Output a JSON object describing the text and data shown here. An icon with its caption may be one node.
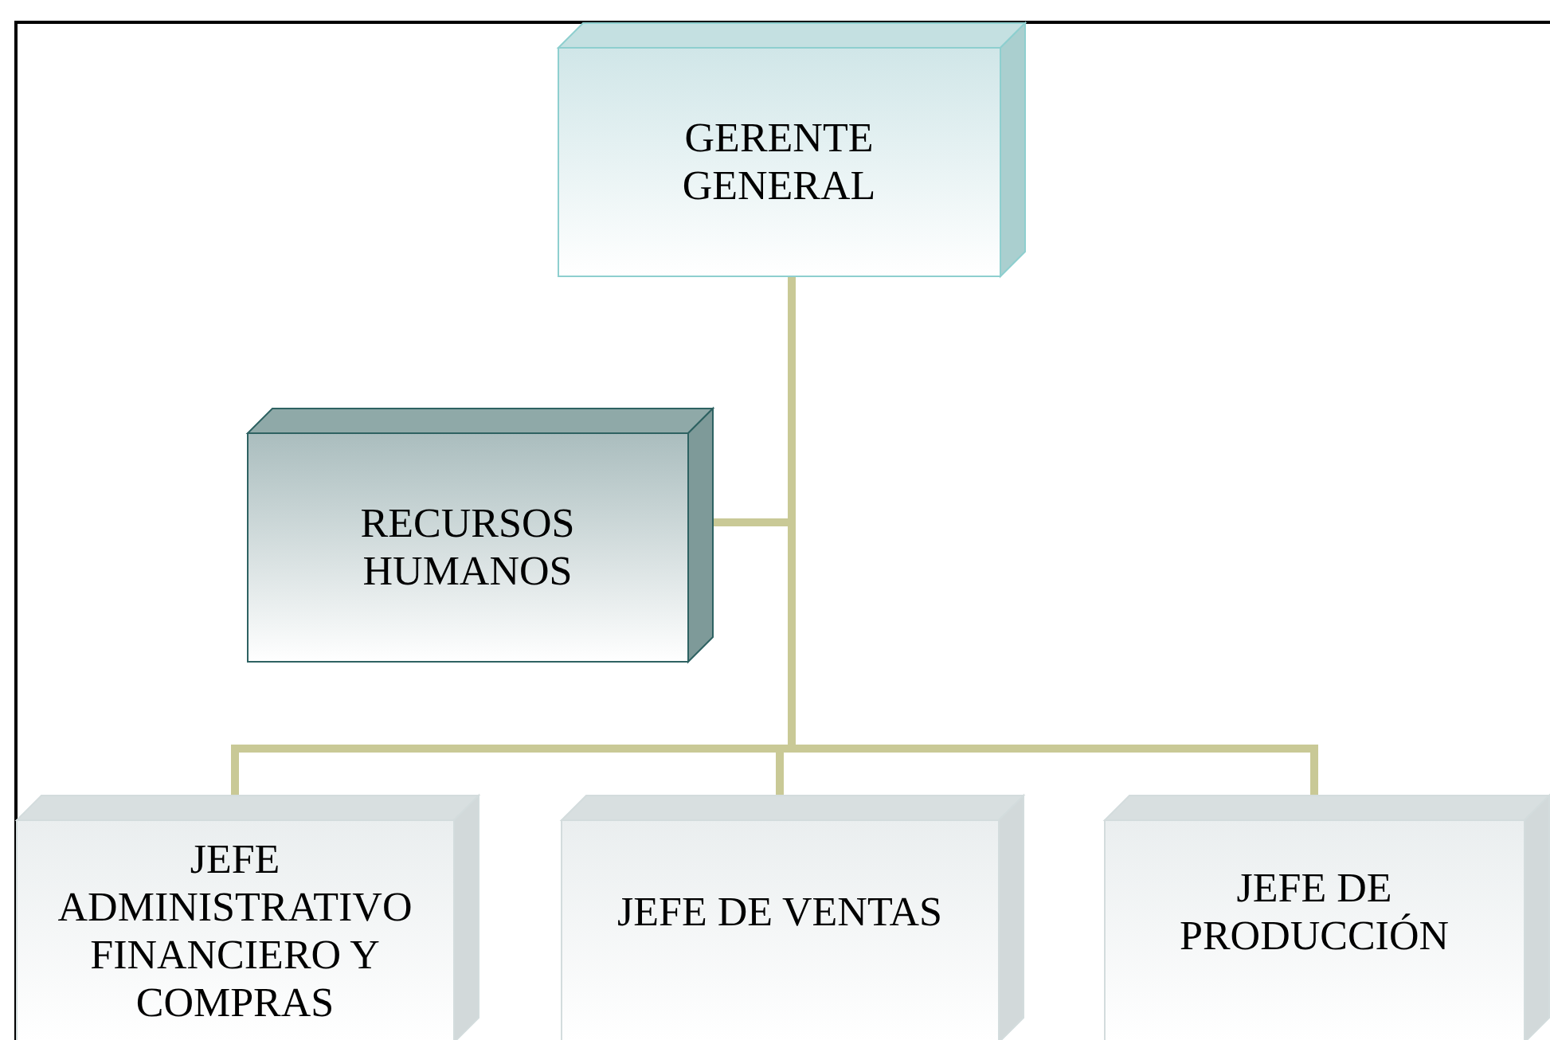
{
  "diagram": {
    "nodes": [
      {
        "text": [
          "GERENTE GENERAL"
        ]
      },
      {
        "text": [
          "RECURSOS HUMANOS"
        ]
      },
      {
        "text": [
          "JEFE ADMINISTRATIVO FINANCIERO Y COMPRAS"
        ]
      },
      {
        "text": [
          "JEFE DE VENTAS"
        ]
      },
      {
        "text": [
          "JEFE DE PRODUCCIÓN"
        ]
      }
    ],
    "edges": [
      {
        "from": 0,
        "to": 1,
        "arrow": "none"
      },
      {
        "from": 0,
        "to": 2,
        "arrow": "none"
      },
      {
        "from": 0,
        "to": 3,
        "arrow": "none"
      },
      {
        "from": 0,
        "to": 4,
        "arrow": "none"
      }
    ]
  }
}
